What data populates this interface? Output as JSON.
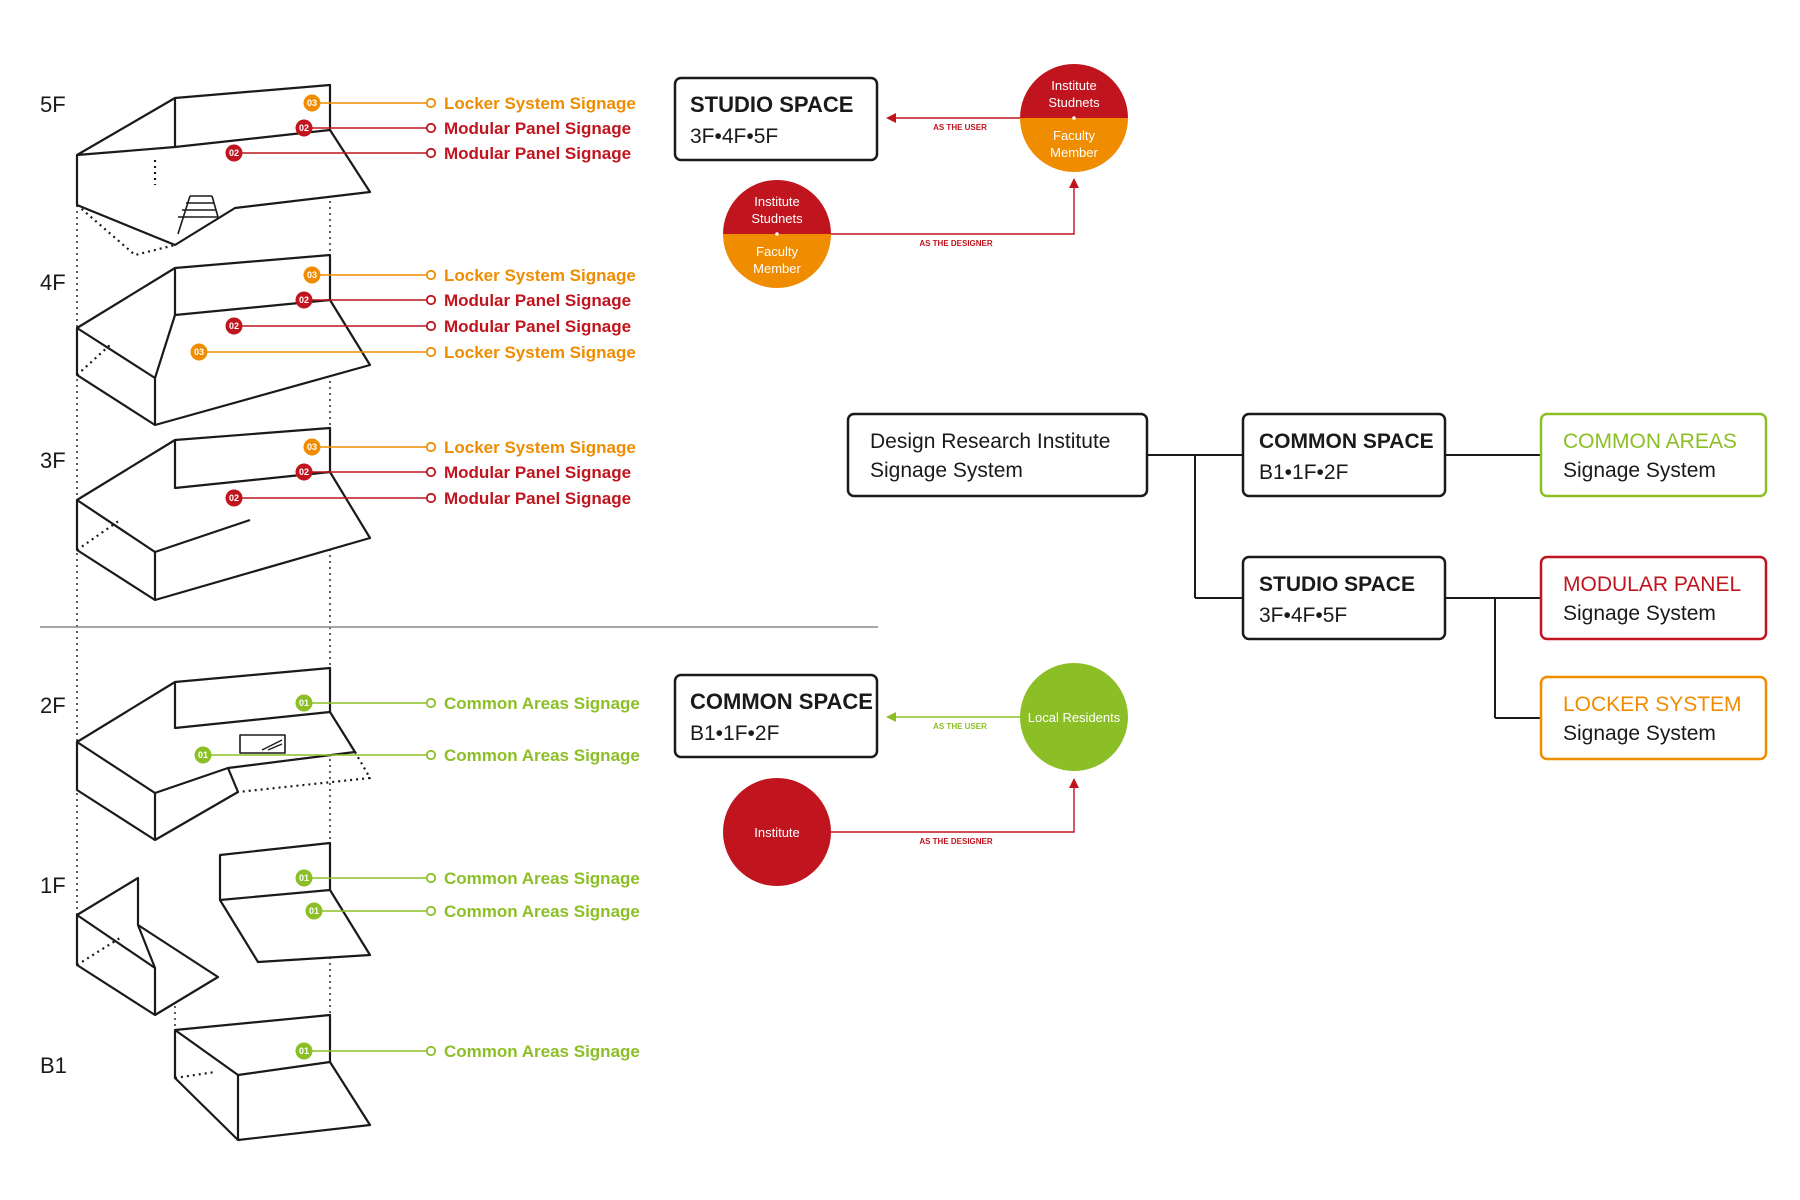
{
  "colors": {
    "red": "#c0141e",
    "orange": "#f08c00",
    "green": "#8cbf26",
    "ink": "#1a1a1a"
  },
  "floors": {
    "f5": "5F",
    "f4": "4F",
    "f3": "3F",
    "f2": "2F",
    "f1": "1F",
    "b1": "B1"
  },
  "badges": {
    "common": "01",
    "modular": "02",
    "locker": "03"
  },
  "callouts": {
    "locker": "Locker System Signage",
    "modular": "Modular Panel Signage",
    "common": "Common Areas Signage"
  },
  "studio_flow": {
    "box_title": "STUDIO SPACE",
    "box_sub": "3F•4F•5F",
    "user_circle_top": [
      "Institute",
      "Studnets"
    ],
    "user_circle_bottom": [
      "Faculty",
      "Member"
    ],
    "designer_circle_top": [
      "Institute",
      "Studnets"
    ],
    "designer_circle_bottom": [
      "Faculty",
      "Member"
    ],
    "as_user": "AS THE USER",
    "as_designer": "AS THE DESIGNER"
  },
  "common_flow": {
    "box_title": "COMMON SPACE",
    "box_sub": "B1•1F•2F",
    "user_circle": "Local Residents",
    "designer_circle": "Institute",
    "as_user": "AS THE USER",
    "as_designer": "AS THE DESIGNER"
  },
  "tree": {
    "root_line1": "Design Research Institute",
    "root_line2": "Signage System",
    "common_title": "COMMON SPACE",
    "common_sub": "B1•1F•2F",
    "studio_title": "STUDIO SPACE",
    "studio_sub": "3F•4F•5F",
    "areas_title": "COMMON AREAS",
    "areas_sub": "Signage System",
    "modular_title": "MODULAR PANEL",
    "modular_sub": "Signage System",
    "locker_title": "LOCKER SYSTEM",
    "locker_sub": "Signage System"
  }
}
